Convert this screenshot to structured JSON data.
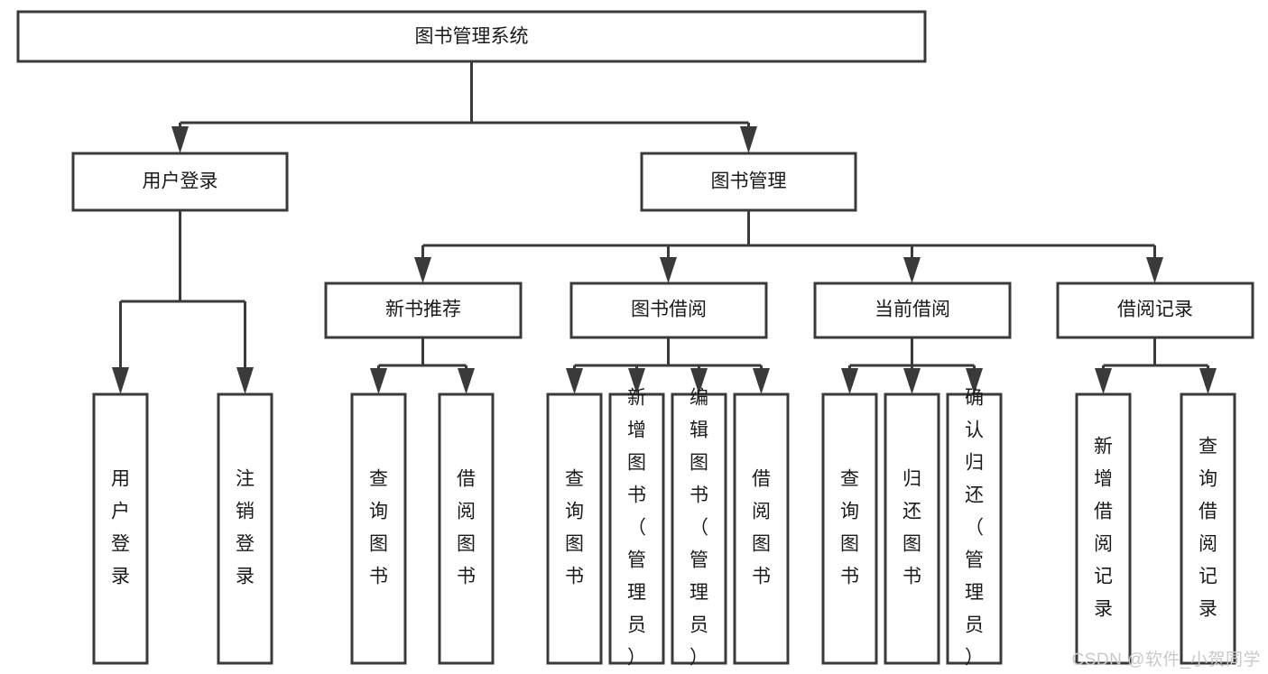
{
  "diagram": {
    "title": "图书管理系统",
    "watermark": "CSDN @软件_小贺同学",
    "colors": {
      "stroke": "#3a3a3a",
      "fill": "#ffffff",
      "text": "#1a1a1a",
      "watermark": "#c9c9c9",
      "background": "#ffffff"
    },
    "nodes": {
      "root": {
        "label": "图书管理系统"
      },
      "level2": [
        {
          "id": "user-login",
          "label": "用户登录"
        },
        {
          "id": "book-management",
          "label": "图书管理"
        }
      ],
      "level3": [
        {
          "id": "new-book-recommend",
          "label": "新书推荐"
        },
        {
          "id": "book-borrow",
          "label": "图书借阅"
        },
        {
          "id": "current-borrow",
          "label": "当前借阅"
        },
        {
          "id": "borrow-record",
          "label": "借阅记录"
        }
      ],
      "leaves": {
        "user-login": [
          {
            "id": "leaf-user-login",
            "label": "用户登录"
          },
          {
            "id": "leaf-user-logout",
            "label": "注销登录"
          }
        ],
        "new-book-recommend": [
          {
            "id": "leaf-query-book-1",
            "label": "查询图书"
          },
          {
            "id": "leaf-borrow-book-1",
            "label": "借阅图书"
          }
        ],
        "book-borrow": [
          {
            "id": "leaf-query-book-2",
            "label": "查询图书"
          },
          {
            "id": "leaf-add-book",
            "label": "新增图书（管理员）"
          },
          {
            "id": "leaf-edit-book",
            "label": "编辑图书（管理员）"
          },
          {
            "id": "leaf-borrow-book-2",
            "label": "借阅图书"
          }
        ],
        "current-borrow": [
          {
            "id": "leaf-query-book-3",
            "label": "查询图书"
          },
          {
            "id": "leaf-return-book",
            "label": "归还图书"
          },
          {
            "id": "leaf-confirm-return",
            "label": "确认归还（管理员）"
          }
        ],
        "borrow-record": [
          {
            "id": "leaf-add-record",
            "label": "新增借阅记录"
          },
          {
            "id": "leaf-query-record",
            "label": "查询借阅记录"
          }
        ]
      }
    },
    "chart_data": {
      "type": "tree-diagram",
      "title": "图书管理系统",
      "orientation": "top-down",
      "tree": {
        "label": "图书管理系统",
        "children": [
          {
            "label": "用户登录",
            "children": [
              {
                "label": "用户登录",
                "children": []
              },
              {
                "label": "注销登录",
                "children": []
              }
            ]
          },
          {
            "label": "图书管理",
            "children": [
              {
                "label": "新书推荐",
                "children": [
                  {
                    "label": "查询图书",
                    "children": []
                  },
                  {
                    "label": "借阅图书",
                    "children": []
                  }
                ]
              },
              {
                "label": "图书借阅",
                "children": [
                  {
                    "label": "查询图书",
                    "children": []
                  },
                  {
                    "label": "新增图书（管理员）",
                    "children": []
                  },
                  {
                    "label": "编辑图书（管理员）",
                    "children": []
                  },
                  {
                    "label": "借阅图书",
                    "children": []
                  }
                ]
              },
              {
                "label": "当前借阅",
                "children": [
                  {
                    "label": "查询图书",
                    "children": []
                  },
                  {
                    "label": "归还图书",
                    "children": []
                  },
                  {
                    "label": "确认归还（管理员）",
                    "children": []
                  }
                ]
              },
              {
                "label": "借阅记录",
                "children": [
                  {
                    "label": "新增借阅记录",
                    "children": []
                  },
                  {
                    "label": "查询借阅记录",
                    "children": []
                  }
                ]
              }
            ]
          }
        ]
      }
    }
  }
}
